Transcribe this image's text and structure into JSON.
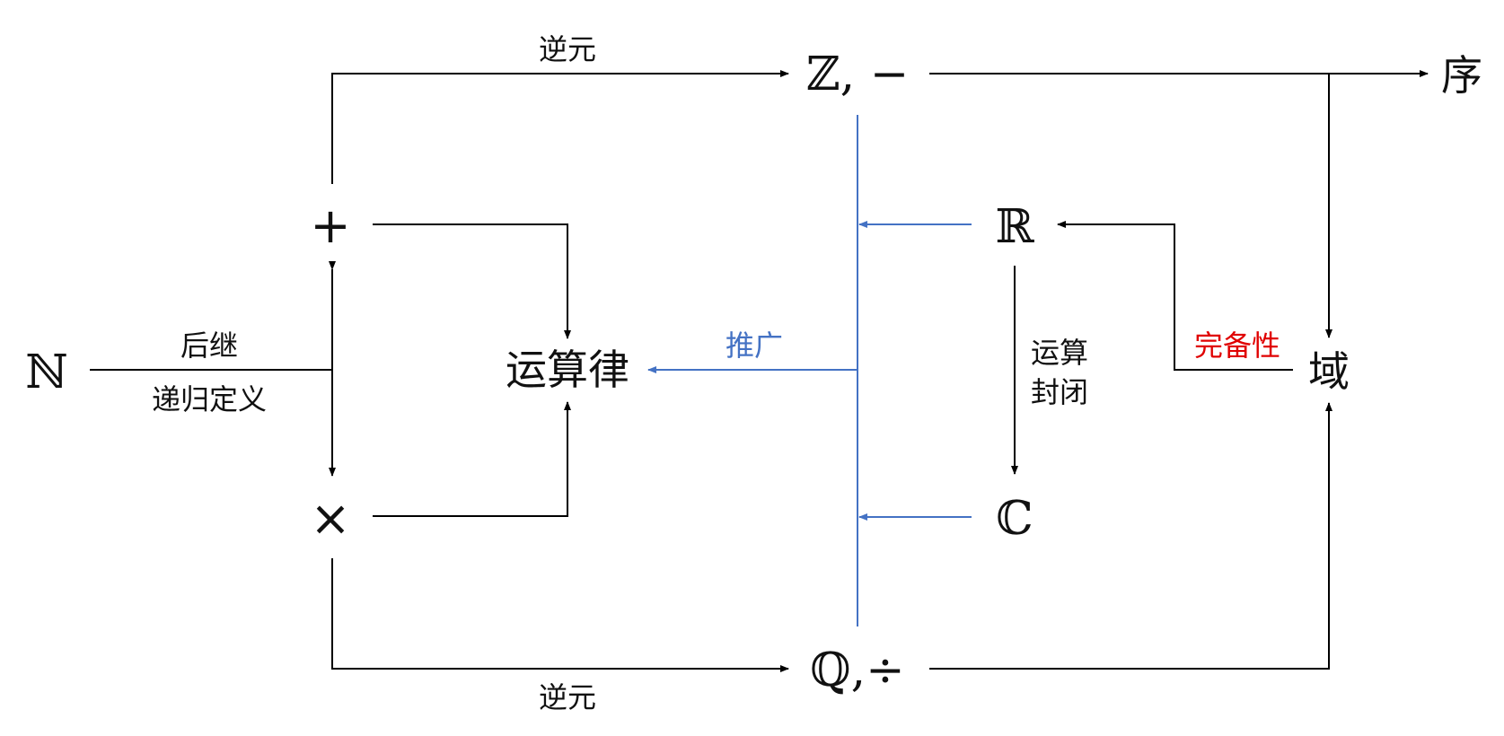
{
  "nodes": {
    "N": "ℕ",
    "plus": "+",
    "times": "×",
    "laws": "运算律",
    "Z": "ℤ, −",
    "Q": "ℚ,÷",
    "R": "ℝ",
    "C": "ℂ",
    "order": "序",
    "field": "域"
  },
  "edge_labels": {
    "successor": "后继",
    "recursive_definition": "递归定义",
    "inverse_top": "逆元",
    "inverse_bottom": "逆元",
    "generalize": "推广",
    "closure_line1": "运算",
    "closure_line2": "封闭",
    "completeness": "完备性"
  },
  "colors": {
    "black": "#000000",
    "blue": "#4472c4",
    "red": "#e00000"
  }
}
